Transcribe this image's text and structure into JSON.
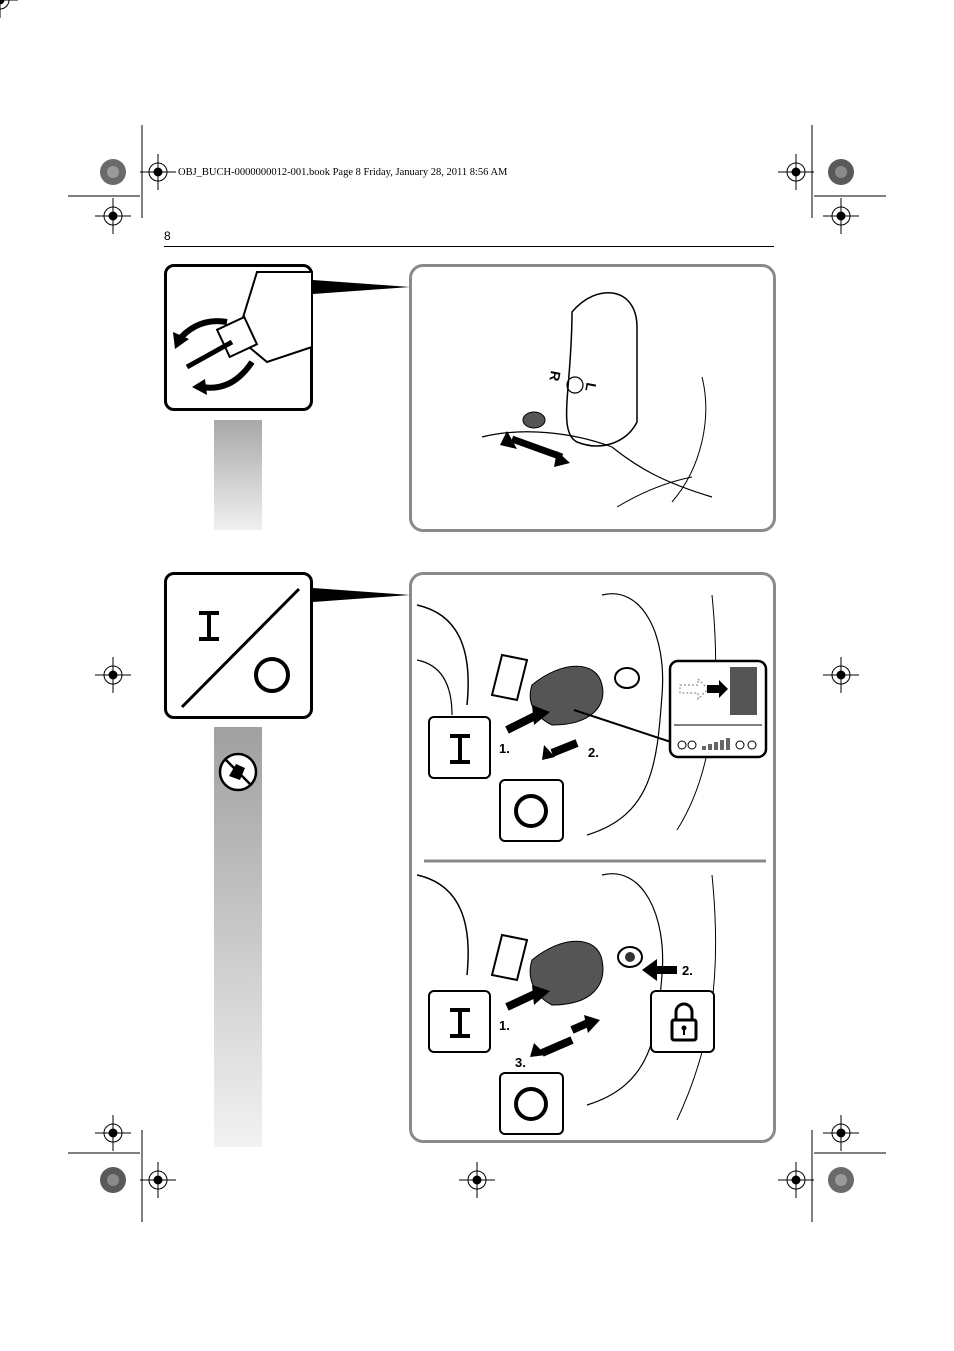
{
  "header": {
    "text": "OBJ_BUCH-0000000012-001.book  Page 8  Friday, January 28, 2011  8:56 AM"
  },
  "page": {
    "number": "8"
  },
  "figure1": {
    "direction_letters": {
      "left": "L",
      "right": "R"
    }
  },
  "figure2": {
    "steps_top": [
      "1.",
      "2."
    ],
    "steps_bottom": [
      "1.",
      "2.",
      "3."
    ],
    "symbols": {
      "on": "I",
      "off": "O",
      "lock": "lock-icon"
    }
  }
}
